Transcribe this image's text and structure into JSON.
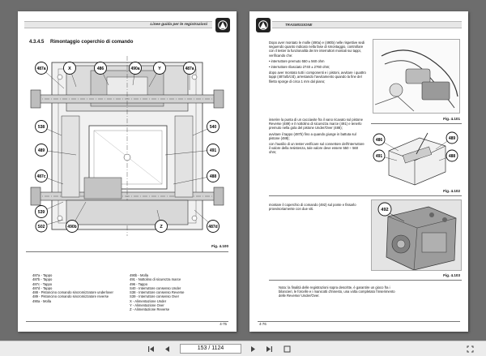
{
  "left_page": {
    "header_title": "Linee guida per le registrazioni",
    "section_number": "4.3.4.5",
    "section_title": "Rimontaggio coperchio di comando",
    "callouts": [
      "487a",
      "X",
      "486",
      "490a",
      "Y",
      "487a",
      "538",
      "540",
      "489",
      "491",
      "487c",
      "488",
      "539",
      "S02",
      "490b",
      "Z",
      "487d"
    ],
    "figure_caption": "Fig. 4.100",
    "legend_left": [
      "487a - Tappo",
      "487b - Tappo",
      "487c - Tappo",
      "487d - Tappo",
      "488 - Pistoncino comando sincromizzatore underlover",
      "489 - Pistoncino comando sincromizzatore reverse",
      "490a - Molla"
    ],
    "legend_right": [
      "490b - Molla",
      "491 - Nottolino di sicurezza marce",
      "496 - Tappo",
      "S40 - Interruttore consenso Under",
      "S38 - Interruttore consenso Reverse",
      "S39 - Interruttore consenso Over",
      "X - Alimentazione Under",
      "Y - Alimentazione Over",
      "Z - Alimentazione Reverse"
    ],
    "page_number": "4-75"
  },
  "right_page": {
    "header_title": "Trasmissione",
    "block1": [
      "Dopo aver montato le molle (490a) e (490b) nelle rispettive sedi seguendo quanto indicato nella fase di smontaggio, controllare con il tester la funzionalità dei tre interruttori montati sui tappi, verificando che:",
      "• interruttore premuto 550 ± 560 ohm",
      "• interruttore rilasciato 2740 ± 2760 ohm;",
      "dopo aver montato tutti i componenti e i pistoni, avvitare i quattro tappi (487a/b/c/d), arrestando l'avvitamento quando la fine del filetto sporge di circa 1 mm dal piano;"
    ],
    "fig1_caption": "Fig. 4.101",
    "block2": [
      "inserire la punta di un cacciavite fra il vano ricavato sul pistone Reverse (489) e il nottolino di sicurezza marce (491) e tenerlo premuto nella gola del pistone Under/Over (488);",
      "avvitare il tappo (487b) fino a quando giunge in battuta sul pistone (488);",
      "con l'ausilio di un tester verificare sul connettore dell'interruttore il valore della resistenza, tale valore deve essere 550 ÷ 560 ohm;"
    ],
    "fig2_callouts": [
      "486",
      "489",
      "491",
      "488"
    ],
    "fig2_caption": "Fig. 4.102",
    "block3": [
      "montare il coperchio di comando (492) sul ponte e fissarlo provvisoriamente con due viti."
    ],
    "fig3_callout": "492",
    "fig3_caption": "Fig. 4.103",
    "note": "Nota: la finalità delle registrazioni sopra descritte, è garantire un gioco fra i bilancieri, le forcelle e i manicotti d'innesto, una volta completato l'inserimento delle Reverse/ Under/Over.",
    "page_number": "4-76"
  },
  "toolbar": {
    "page_field": "153 / 1124"
  },
  "colors": {
    "viewer_background": "#6d6d6d",
    "toolbar_background": "#ececec",
    "callout_fill": "#ffffff",
    "callout_stroke": "#111111"
  }
}
